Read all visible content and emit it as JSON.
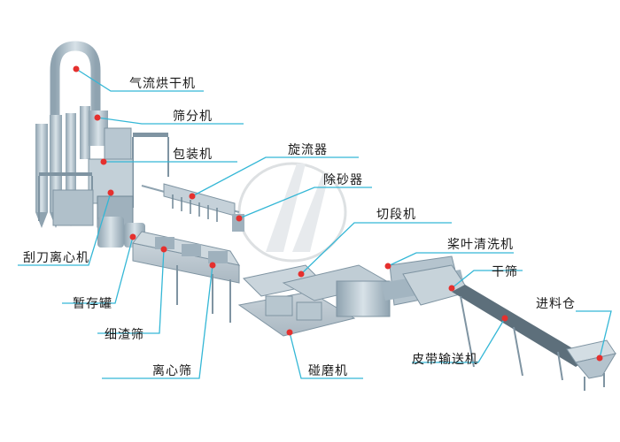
{
  "diagram": {
    "labels": {
      "air_dryer": "气流烘干机",
      "sifter": "筛分机",
      "packing_machine": "包装机",
      "hydrocyclone": "旋流器",
      "desander": "除砂器",
      "cutting_machine": "切段机",
      "paddle_washer": "桨叶清洗机",
      "dry_sieve": "干筛",
      "feed_bin": "进料仓",
      "peeler_centrifuge": "刮刀离心机",
      "storage_tank": "暂存罐",
      "fine_residue_screen": "细渣筛",
      "centrifugal_screen": "离心筛",
      "grinder": "碰磨机",
      "belt_conveyor": "皮带输送机"
    },
    "colors": {
      "leader_line": "#34b7d6",
      "marker": "#e5302e",
      "machine": "#a9bcc8",
      "machine_dark": "#6f8695",
      "watermark": "#d5d9dc"
    }
  }
}
